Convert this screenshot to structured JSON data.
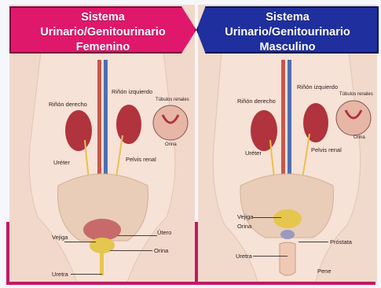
{
  "female": {
    "title_line1": "Sistema",
    "title_line2": "Urinario/Genitourinario",
    "title_line3": "Femenino",
    "labels": {
      "rinon_derecho": "Riñón derecho",
      "rinon_izquierdo": "Riñón izquierdo",
      "tubulos_renales": "Túbulos renales",
      "orina_inset": "Orina",
      "pelvis_renal": "Pelvis renal",
      "ureter": "Uréter",
      "vejiga": "Vejiga",
      "utero": "Útero",
      "orina": "Orina",
      "uretra": "Uretra"
    }
  },
  "male": {
    "title_line1": "Sistema",
    "title_line2": "Urinario/Genitourinario",
    "title_line3": "Masculino",
    "labels": {
      "rinon_derecho": "Riñón derecho",
      "rinon_izquierdo": "Riñón izquierdo",
      "tubulos_renales": "Túbulos renales",
      "orina_inset": "Orina",
      "pelvis_renal": "Pelvis renal",
      "ureter": "Uréter",
      "vejiga": "Vejiga",
      "orina": "Orina",
      "prostata": "Próstata",
      "uretra": "Uretra",
      "pene": "Pene"
    }
  },
  "colors": {
    "female_banner": "#e0186c",
    "male_banner": "#1f2f9e",
    "accent_band": "#c21a64",
    "skin": "#f2d8cb",
    "kidney": "#b0333d",
    "ureter": "#e8c24a"
  }
}
